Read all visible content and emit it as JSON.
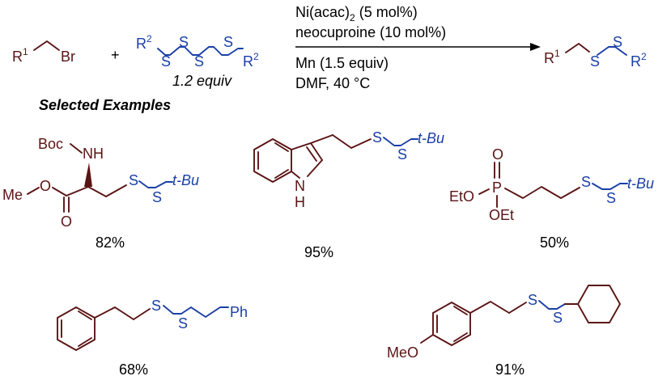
{
  "colors": {
    "fragment_r1": "#5a1414",
    "fragment_r2": "#1a3fa6",
    "text": "#000000"
  },
  "reaction": {
    "reactant1": {
      "r": "R",
      "r_sup": "1",
      "br": "Br"
    },
    "plus": "+",
    "reactant2": {
      "r": "R",
      "r_sup": "2",
      "s": "S",
      "amount": "1.2 equiv"
    },
    "catalyst_metal": "Ni(acac)",
    "catalyst_sub": "2",
    "catalyst_load": " (5 mol%)",
    "ligand": "neocuproine (10 mol%)",
    "reductant": "Mn (1.5 equiv)",
    "conditions": "DMF, 40 °C",
    "product": {
      "r1": "R",
      "r1_sup": "1",
      "s": "S",
      "r2": "R",
      "r2_sup": "2"
    }
  },
  "section_title": "Selected Examples",
  "examples": [
    {
      "yield": "82%",
      "labels": {
        "boc": "Boc",
        "nh": "NH",
        "me": "Me",
        "o": "O",
        "s": "S",
        "tbu": "t-Bu"
      }
    },
    {
      "yield": "95%",
      "labels": {
        "n": "N",
        "h": "H",
        "s": "S",
        "tbu": "t-Bu"
      }
    },
    {
      "yield": "50%",
      "labels": {
        "o": "O",
        "p": "P",
        "eto": "EtO",
        "oet": "OEt",
        "s": "S",
        "tbu": "t-Bu"
      }
    },
    {
      "yield": "68%",
      "labels": {
        "s": "S",
        "ph": "Ph"
      }
    },
    {
      "yield": "91%",
      "labels": {
        "meo": "MeO",
        "s": "S"
      }
    }
  ]
}
